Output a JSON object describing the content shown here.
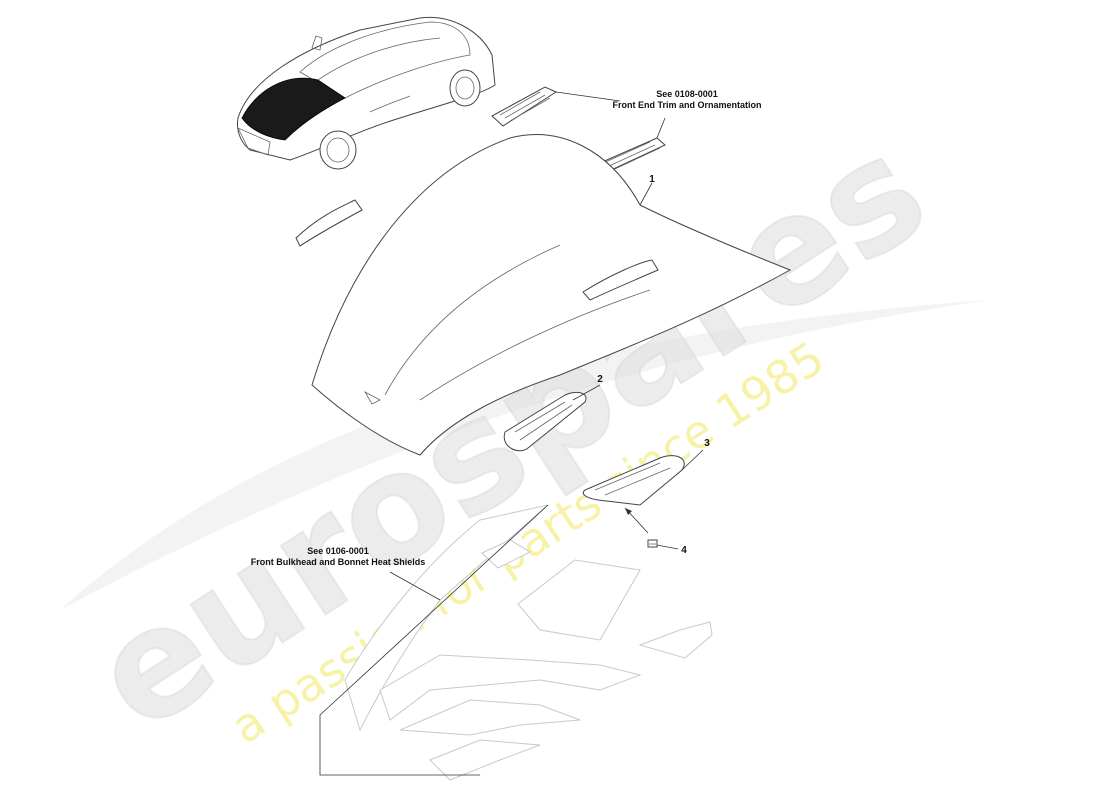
{
  "watermark": {
    "brand": "eurospares",
    "tagline": "a passion for parts since 1985",
    "brand_color": "#dcdcdc",
    "tagline_color": "#f4ee8a"
  },
  "references": {
    "front_trim": {
      "code": "See 0108-0001",
      "title": "Front End Trim and Ornamentation"
    },
    "bulkhead": {
      "code": "See 0106-0001",
      "title": "Front Bulkhead and Bonnet Heat Shields"
    }
  },
  "callouts": [
    {
      "number": "1",
      "part": "bonnet"
    },
    {
      "number": "2",
      "part": "bonnet-vent-insert"
    },
    {
      "number": "3",
      "part": "bonnet-vent-insert"
    },
    {
      "number": "4",
      "part": "fastener"
    }
  ]
}
